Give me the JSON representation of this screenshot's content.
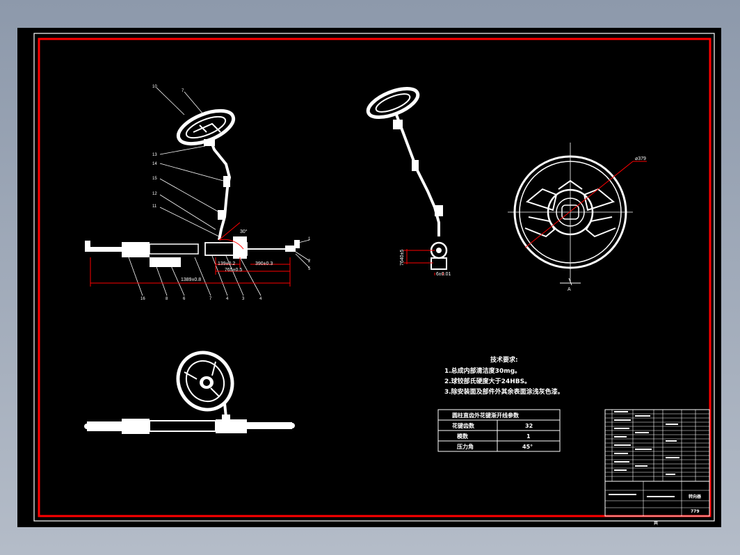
{
  "window": {
    "background_color": "#98a3b3",
    "canvas_color": "#000000",
    "frame_color": "#ff0000",
    "line_color": "#ffffff"
  },
  "front_view": {
    "part_labels_top": [
      "10",
      "7",
      "13",
      "14",
      "15",
      "12",
      "11"
    ],
    "part_labels_bottom": [
      "16",
      "8",
      "6",
      "7",
      "4",
      "3",
      "4"
    ],
    "part_labels_right": [
      "1",
      "2",
      "5"
    ],
    "angle_label": "30°",
    "dim_1": "139±0.2",
    "dim_2": "765±0.5",
    "dim_3": "390±0.3",
    "dim_4": "1389±0.8"
  },
  "side_view": {
    "dim_height": "7640±5",
    "dim_width": "6±0.01"
  },
  "top_view": {
    "diameter_label": "⌀379",
    "section_mark": "A"
  },
  "tech_requirements": {
    "title": "技术要求:",
    "items": [
      "1.总成内部清洁度30mg。",
      "2.球铰部氏硬度大于24HBS。",
      "3.除安装面及部件外其余表面涂浅灰色漆。"
    ]
  },
  "spline_table": {
    "title": "圆柱直齿外花键渐开线参数",
    "rows": [
      {
        "name": "花键齿数",
        "value": "32"
      },
      {
        "name": "模数",
        "value": "1"
      },
      {
        "name": "压力角",
        "value": "45°"
      }
    ]
  },
  "title_block": {
    "drawing_name": "转向器",
    "code": "779",
    "page_mark": "共"
  }
}
